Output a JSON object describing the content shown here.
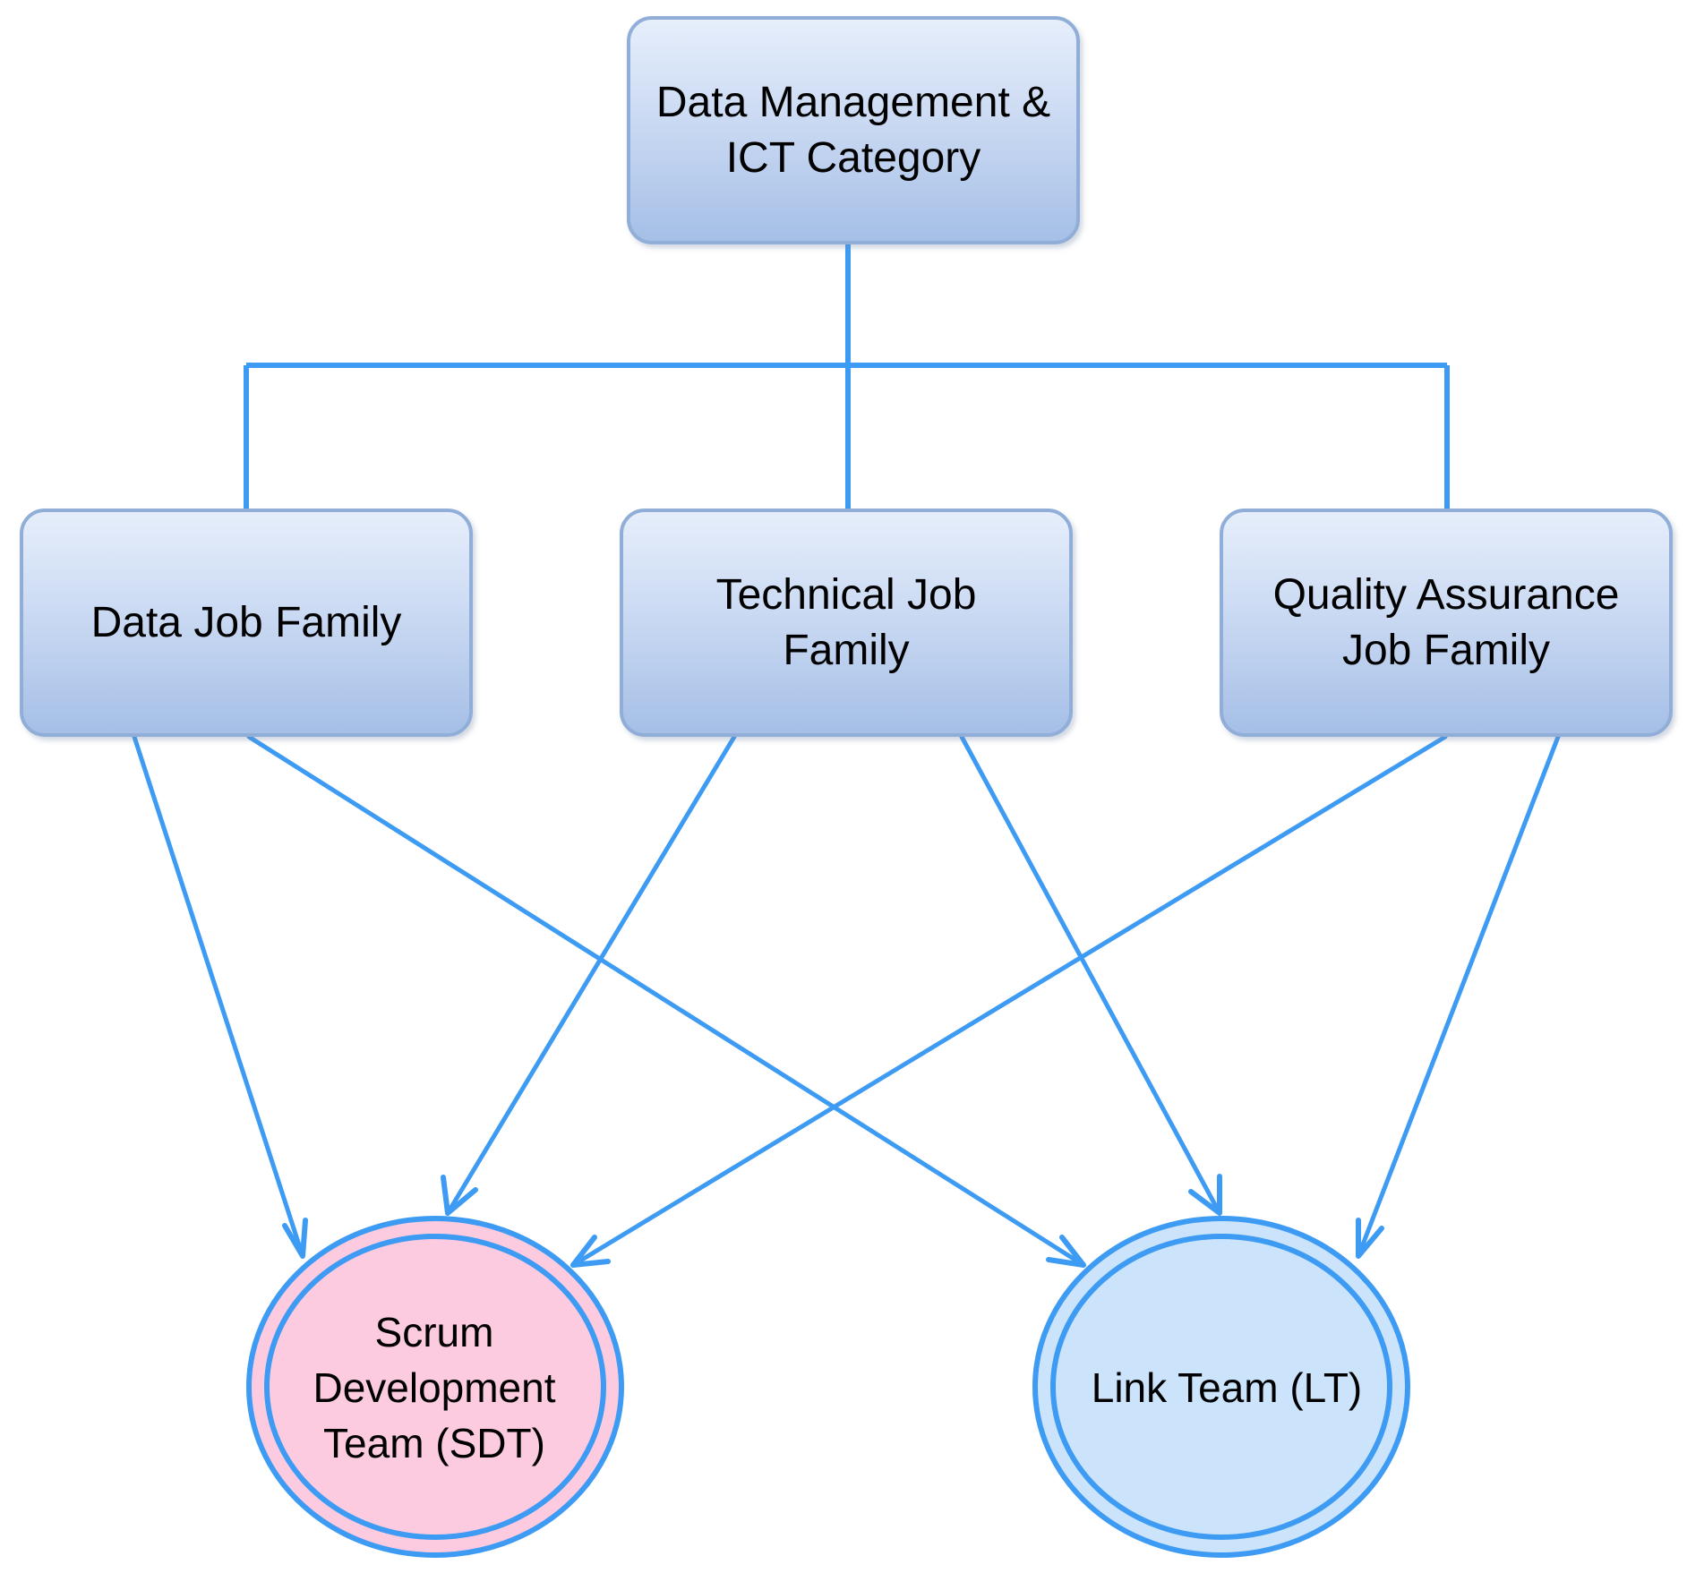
{
  "diagram": {
    "top_node": {
      "label": "Data Management &\nICT Category"
    },
    "families": [
      {
        "label": "Data Job Family"
      },
      {
        "label": "Technical Job\nFamily"
      },
      {
        "label": "Quality Assurance\nJob Family"
      }
    ],
    "teams": [
      {
        "label": "Scrum\nDevelopment\nTeam (SDT)",
        "fill": "#fccbe0"
      },
      {
        "label": "Link Team (LT)",
        "fill": "#cce4fb"
      }
    ],
    "colors": {
      "connector": "#3d9bf3",
      "box_border": "#91aed8",
      "team_border": "#3d9bf3"
    }
  }
}
